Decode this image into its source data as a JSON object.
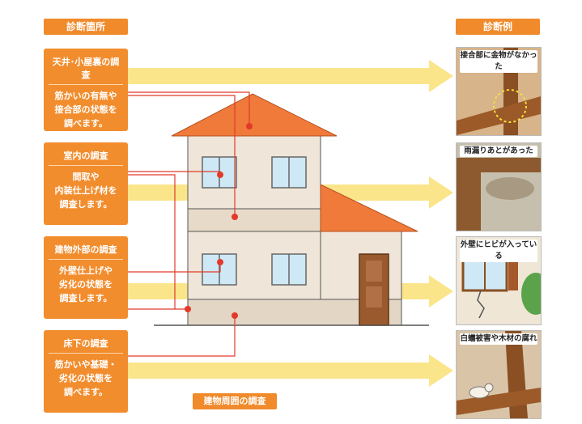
{
  "headers": {
    "left": "診断箇所",
    "right": "診断例"
  },
  "cards": [
    {
      "title": "天井･小屋裏の調査",
      "lines": [
        "筋かいの有無や",
        "接合部の状態を",
        "調べます。"
      ]
    },
    {
      "title": "室内の調査",
      "lines": [
        "間取や",
        "内装仕上げ材を",
        "調査します。"
      ]
    },
    {
      "title": "建物外部の調査",
      "lines": [
        "外壁仕上げや",
        "劣化の状態を",
        "調査します。"
      ]
    },
    {
      "title": "床下の調査",
      "lines": [
        "筋かいや基礎・",
        "劣化の状態を",
        "調べます。"
      ]
    }
  ],
  "perimeter_label": "建物周囲の調査",
  "examples": [
    {
      "label": "接合部に金物がなかった"
    },
    {
      "label": "雨漏りあとがあった"
    },
    {
      "label": "外壁にヒビが入っている"
    },
    {
      "label": "白蟻被害や木材の腐れ"
    }
  ],
  "colors": {
    "orange": "#f08a2a",
    "arrow": "#fbe37a",
    "marker": "#e23a2a",
    "roof": "#ef7a3a"
  }
}
